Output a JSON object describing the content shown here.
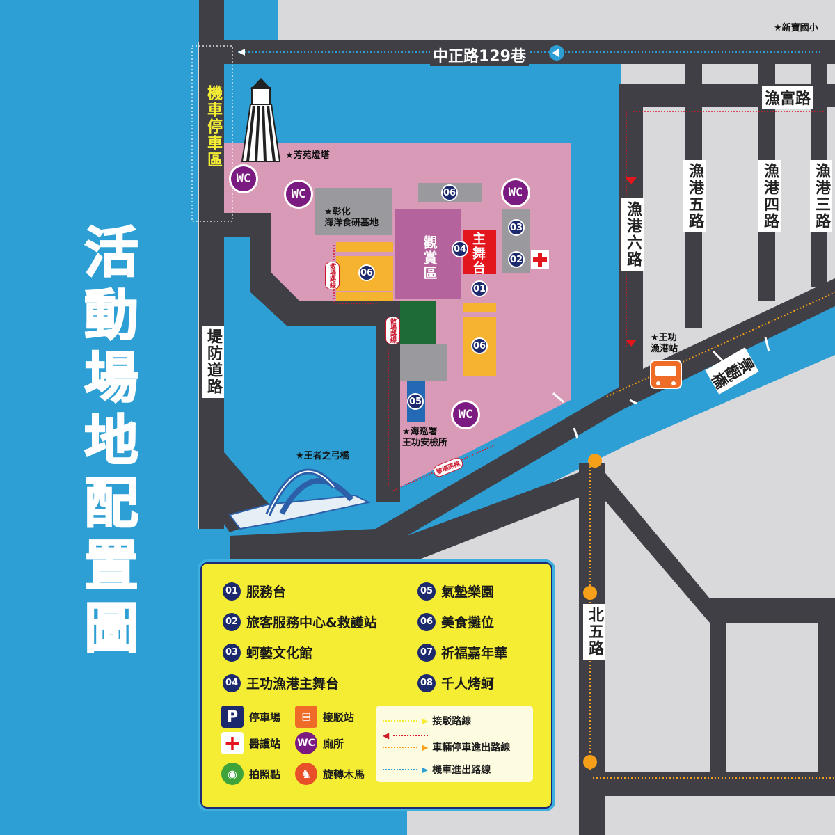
{
  "title_chars": [
    "活",
    "動",
    "場",
    "地",
    "配",
    "置",
    "圖"
  ],
  "roads": {
    "zhongzheng_129": "中正路129巷",
    "yufu": "漁富路",
    "yugang6": "漁港六路",
    "yugang5": "漁港五路",
    "yugang4": "漁港四路",
    "yugang3": "漁港三路",
    "beiwu": "北五路",
    "difang": "堤防道路",
    "jingguan_bridge": "景觀橋"
  },
  "poi": {
    "xinbao_school": "★新寶國小",
    "lighthouse": "★芳苑燈塔",
    "food_base_line1": "★彰化",
    "food_base_line2": "海洋食研基地",
    "coast_guard_line1": "★海巡署",
    "coast_guard_line2": "王功安檢所",
    "king_bow_bridge": "★王者之弓橋",
    "wanggong_station_line1": "★王功",
    "wanggong_station_line2": "漁港站",
    "scooter_parking": "機車停車區",
    "viewing_area": "觀賞區",
    "main_stage": "主舞台",
    "dispersal_route": "散場路線"
  },
  "wc_label": "WC",
  "markers": {
    "m01": "01",
    "m02": "02",
    "m03": "03",
    "m04": "04",
    "m05": "05",
    "m06a": "06",
    "m06b": "06",
    "m06c": "06"
  },
  "legend": {
    "items": [
      {
        "num": "01",
        "label": "服務台"
      },
      {
        "num": "02",
        "label": "旅客服務中心&救護站"
      },
      {
        "num": "03",
        "label": "蚵藝文化館"
      },
      {
        "num": "04",
        "label": "王功漁港主舞台"
      },
      {
        "num": "05",
        "label": "氣墊樂園"
      },
      {
        "num": "06",
        "label": "美食攤位"
      },
      {
        "num": "07",
        "label": "祈福嘉年華"
      },
      {
        "num": "08",
        "label": "千人烤蚵"
      }
    ],
    "symbols": {
      "parking": "停車場",
      "shuttle": "接駁站",
      "medical": "醫護站",
      "toilet": "廁所",
      "photo": "拍照點",
      "carousel": "旋轉木馬"
    },
    "routes": {
      "shuttle_route": "接駁路線",
      "vehicle_route": "車輛停車進出路線",
      "scooter_route": "機車進出路線"
    }
  },
  "colors": {
    "sea": "#2d9fd4",
    "road": "#3f3f45",
    "venue": "#d99ab8",
    "viewing": "#b5639d",
    "stage": "#e3161d",
    "food": "#f5b330",
    "green": "#1f6b36",
    "legend_bg": "#f4ed34"
  }
}
